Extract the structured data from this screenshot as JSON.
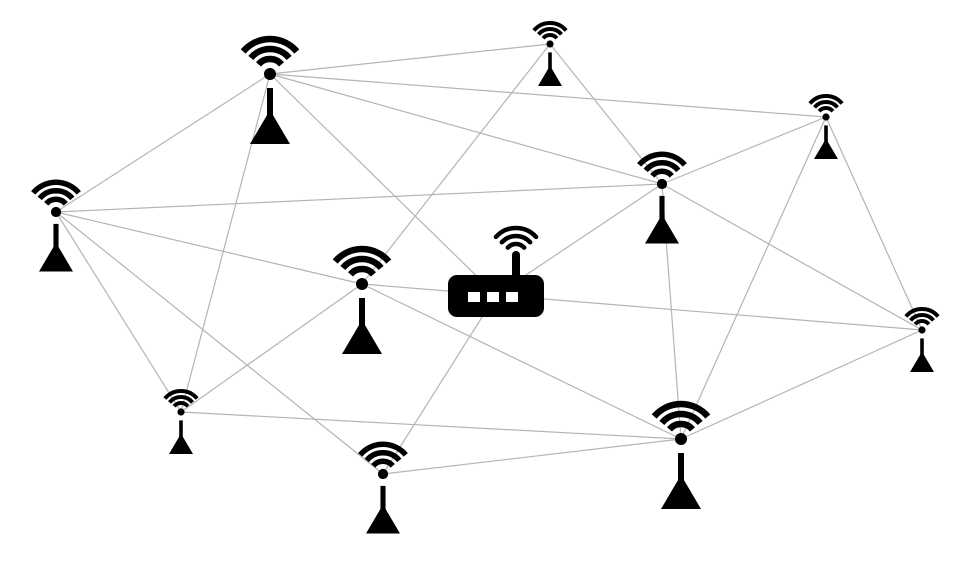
{
  "diagram": {
    "type": "mesh network",
    "colors": {
      "background": "#ffffff",
      "link": "#b4b4b4",
      "icon": "#000000"
    },
    "nodes": [
      {
        "id": "ap-top-left",
        "kind": "wifi-tower",
        "size": "large"
      },
      {
        "id": "ap-top-center",
        "kind": "wifi-tower",
        "size": "small"
      },
      {
        "id": "ap-top-right",
        "kind": "wifi-tower",
        "size": "small"
      },
      {
        "id": "ap-left",
        "kind": "wifi-tower",
        "size": "medium"
      },
      {
        "id": "ap-right-upper",
        "kind": "wifi-tower",
        "size": "medium"
      },
      {
        "id": "ap-center",
        "kind": "wifi-tower",
        "size": "large"
      },
      {
        "id": "router",
        "kind": "router"
      },
      {
        "id": "ap-far-right",
        "kind": "wifi-tower",
        "size": "small"
      },
      {
        "id": "ap-lower-left",
        "kind": "wifi-tower",
        "size": "small"
      },
      {
        "id": "ap-bottom-right",
        "kind": "wifi-tower",
        "size": "large"
      },
      {
        "id": "ap-bottom-center",
        "kind": "wifi-tower",
        "size": "medium"
      }
    ],
    "links": [
      [
        "ap-top-left",
        "ap-top-center"
      ],
      [
        "ap-top-left",
        "ap-top-right"
      ],
      [
        "ap-top-left",
        "ap-left"
      ],
      [
        "ap-top-left",
        "ap-right-upper"
      ],
      [
        "ap-top-left",
        "ap-lower-left"
      ],
      [
        "ap-top-left",
        "router"
      ],
      [
        "ap-top-center",
        "ap-center"
      ],
      [
        "ap-top-center",
        "ap-right-upper"
      ],
      [
        "ap-top-right",
        "ap-right-upper"
      ],
      [
        "ap-top-right",
        "ap-bottom-right"
      ],
      [
        "ap-top-right",
        "ap-far-right"
      ],
      [
        "ap-left",
        "ap-right-upper"
      ],
      [
        "ap-left",
        "ap-center"
      ],
      [
        "ap-left",
        "ap-lower-left"
      ],
      [
        "ap-left",
        "ap-bottom-center"
      ],
      [
        "ap-center",
        "router"
      ],
      [
        "ap-center",
        "ap-lower-left"
      ],
      [
        "ap-center",
        "ap-bottom-right"
      ],
      [
        "router",
        "ap-right-upper"
      ],
      [
        "router",
        "ap-far-right"
      ],
      [
        "router",
        "ap-bottom-center"
      ],
      [
        "ap-right-upper",
        "ap-bottom-right"
      ],
      [
        "ap-right-upper",
        "ap-far-right"
      ],
      [
        "ap-lower-left",
        "ap-bottom-right"
      ],
      [
        "ap-bottom-center",
        "ap-bottom-right"
      ],
      [
        "ap-far-right",
        "ap-bottom-right"
      ]
    ]
  }
}
